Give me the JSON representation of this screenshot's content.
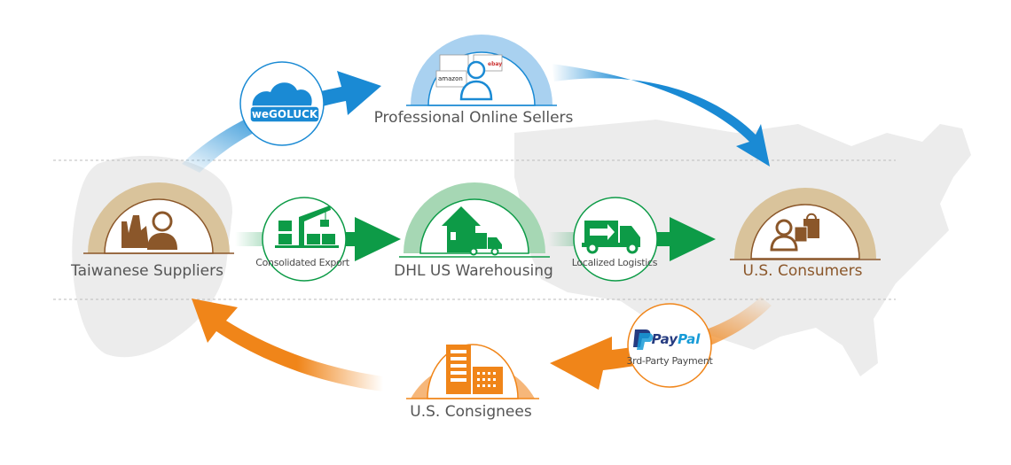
{
  "diagram": {
    "title": "Cross-border e-commerce flow",
    "nodes": {
      "sellers": {
        "label": "Professional Online Sellers",
        "icon": "seller-person-icon",
        "color": "#1a8ad4",
        "arc_color": "#a9d1f0",
        "screens": [
          "amazon",
          "ebay"
        ]
      },
      "suppliers": {
        "label": "Taiwanese Suppliers",
        "icon": "factory-person-icon",
        "color": "#8b572a",
        "arc_color": "#d9c39b"
      },
      "warehouse": {
        "label": "DHL US Warehousing",
        "icon": "warehouse-truck-icon",
        "color": "#0d9b47",
        "arc_color": "#a6d7b4"
      },
      "consumers": {
        "label": "U.S. Consumers",
        "icon": "consumer-shopping-icon",
        "color": "#8b572a",
        "arc_color": "#d9c39b"
      },
      "consignees": {
        "label": "U.S. Consignees",
        "icon": "buildings-icon",
        "color": "#f08519",
        "arc_color": "#f6b77a"
      }
    },
    "connectors": {
      "wegoluck": {
        "logo_text_1": "we",
        "logo_text_2": "GOLUCK",
        "icon": "cloud-logo-icon",
        "color": "#1a8ad4"
      },
      "export": {
        "label": "Consolidated Export",
        "icon": "crane-containers-icon",
        "color": "#0d9b47"
      },
      "logistics": {
        "label": "Localized Logistics",
        "icon": "delivery-truck-icon",
        "color": "#0d9b47"
      },
      "payment": {
        "brand_1": "Pay",
        "brand_2": "Pal",
        "label": "3rd-Party Payment",
        "icon": "paypal-icon",
        "color": "#f08519"
      }
    },
    "colors": {
      "blue": "#1a8ad4",
      "green": "#0d9b47",
      "orange": "#f08519",
      "brown": "#8b572a",
      "map": "#ececec",
      "divider": "#bbbbbb"
    }
  }
}
